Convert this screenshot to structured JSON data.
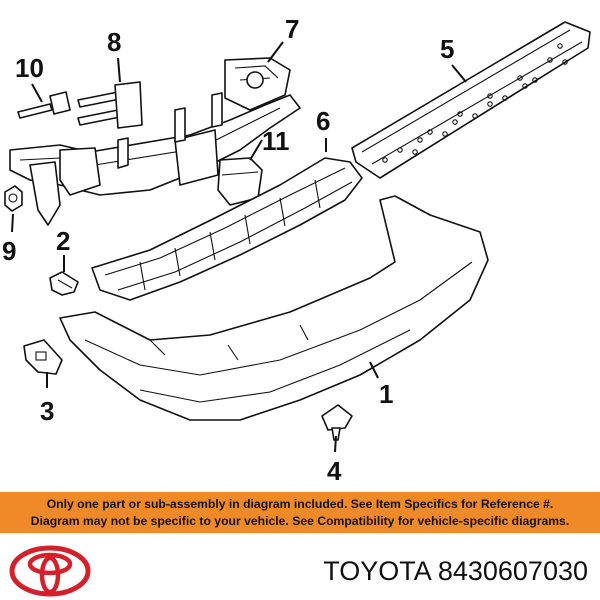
{
  "diagram": {
    "callouts": [
      "1",
      "2",
      "3",
      "4",
      "5",
      "6",
      "7",
      "8",
      "9",
      "10",
      "11"
    ]
  },
  "notice": {
    "line1": "Only one part or sub-assembly in diagram included. See Item Specifics for Reference #.",
    "line2": "Diagram may not be specific to your vehicle. See Compatibility for vehicle-specific diagrams."
  },
  "footer": {
    "brand": "TOYOTA",
    "part_number": "8430607030"
  },
  "colors": {
    "notice_bg": "#f08a28",
    "logo_red": "#d4202a"
  }
}
